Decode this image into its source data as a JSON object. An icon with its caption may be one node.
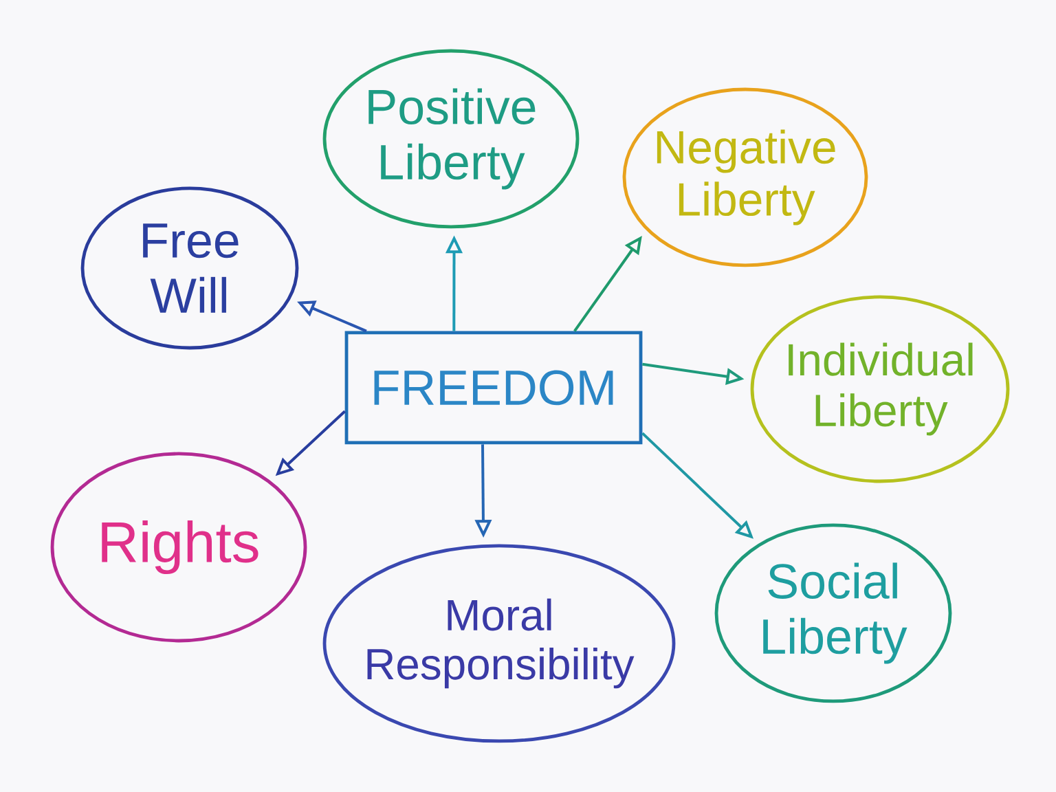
{
  "diagram": {
    "nodes": [
      {
        "text": [
          "FREEDOM"
        ]
      },
      {
        "text": [
          "Free Will"
        ]
      },
      {
        "text": [
          "Positive Liberty"
        ]
      },
      {
        "text": [
          "Negative Liberty"
        ]
      },
      {
        "text": [
          "Individual Liberty"
        ]
      },
      {
        "text": [
          "Social Liberty"
        ]
      },
      {
        "text": [
          "Moral Responsibility"
        ]
      },
      {
        "text": [
          "Rights"
        ]
      }
    ],
    "edges": [
      {
        "from": 0,
        "to": 1,
        "arrow": "to",
        "color": "#2a56b0"
      },
      {
        "from": 0,
        "to": 2,
        "arrow": "to",
        "color": "#1e9bb4"
      },
      {
        "from": 0,
        "to": 3,
        "arrow": "to",
        "color": "#1f9a6c"
      },
      {
        "from": 0,
        "to": 4,
        "arrow": "to",
        "color": "#1f9a7c"
      },
      {
        "from": 0,
        "to": 5,
        "arrow": "to",
        "color": "#1f98a4"
      },
      {
        "from": 0,
        "to": 6,
        "arrow": "to",
        "color": "#2566b4"
      },
      {
        "from": 0,
        "to": 7,
        "arrow": "to",
        "color": "#283e9e"
      }
    ]
  }
}
